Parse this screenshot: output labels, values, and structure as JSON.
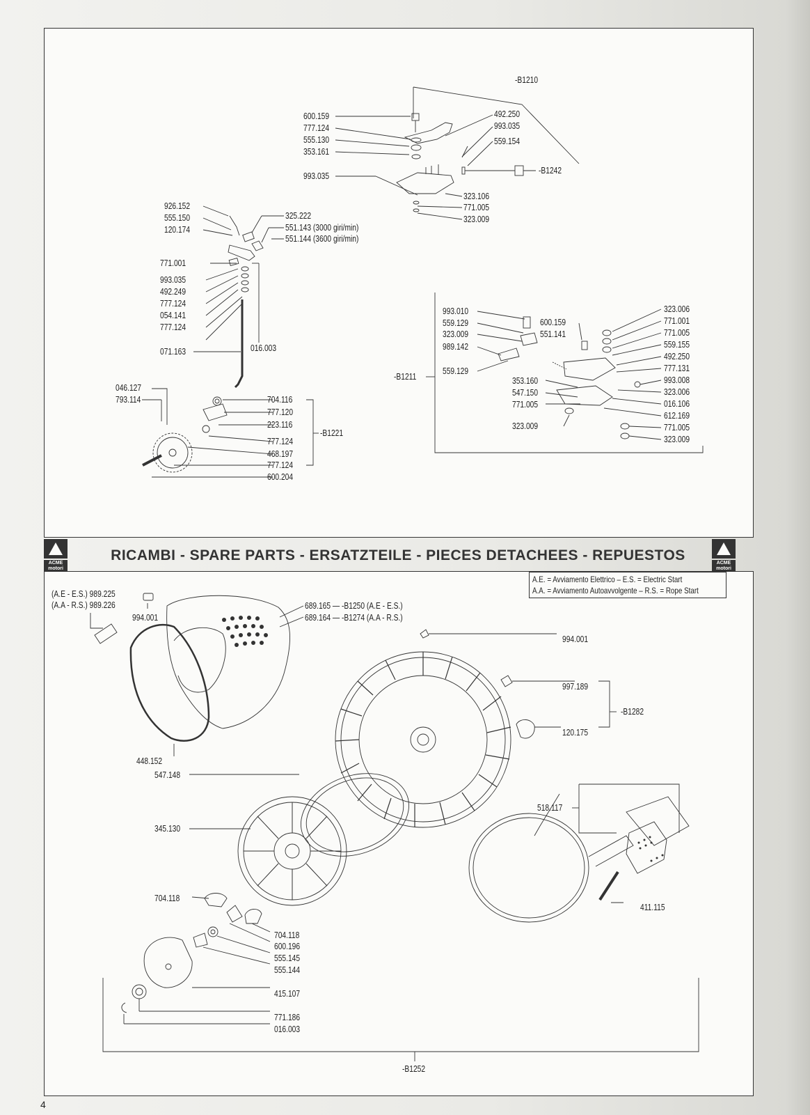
{
  "page_number": "4",
  "header": {
    "title": "RICAMBI - SPARE PARTS - ERSATZTEILE - PIECES DETACHEES - REPUESTOS",
    "logo_text": "ACME motori"
  },
  "legend": {
    "line1": "A.E. = Avviamento Elettrico – E.S. = Electric Start",
    "line2": "A.A. = Avviamento Autoavvolgente – R.S. = Rope Start"
  },
  "top_labels": {
    "b1210": "-B1210",
    "l600159": "600.159",
    "l777124a": "777.124",
    "l555130": "555.130",
    "l353161": "353.161",
    "l993035a": "993.035",
    "l492250a": "492.250",
    "l993035b": "993.035",
    "l559154": "559.154",
    "b1242": "-B1242",
    "l323106": "323.106",
    "l771005a": "771.005",
    "l323009a": "323.009",
    "l926152": "926.152",
    "l555150": "555.150",
    "l120174": "120.174",
    "l325222": "325.222",
    "l551143": "551.143 (3000 giri/min)",
    "l551144": "551.144 (3600 giri/min)",
    "l771001a": "771.001",
    "l993035c": "993.035",
    "l492249": "492.249",
    "l777124b": "777.124",
    "l054141": "054.141",
    "l777124c": "777.124",
    "l071163": "071.163",
    "l016003a": "016.003",
    "l046127": "046.127",
    "l793114": "793.114",
    "l704116": "704.116",
    "l777120": "777.120",
    "l223116": "223.116",
    "l777124d": "777.124",
    "b1221": "-B1221",
    "l468197": "468.197",
    "l777124e": "777.124",
    "l600204": "600.204",
    "l993010": "993.010",
    "l559129a": "559.129",
    "l323009b": "323.009",
    "l989142": "989.142",
    "l559129b": "559.129",
    "b1211": "-B1211",
    "l600159b": "600.159",
    "l551141": "551.141",
    "l353160": "353.160",
    "l547150": "547.150",
    "l771005b": "771.005",
    "l323009c": "323.009",
    "l323006a": "323.006",
    "l771001b": "771.001",
    "l771005c": "771.005",
    "l559155": "559.155",
    "l492250b": "492.250",
    "l777131": "777.131",
    "l993008": "993.008",
    "l323006b": "323.006",
    "l016106": "016.106",
    "l612169": "612.169",
    "l771005d": "771.005",
    "l323009d": "323.009"
  },
  "bottom_labels": {
    "ae_es": "(A.E - E.S.) 989.225",
    "aa_rs": "(A.A - R.S.) 989.226",
    "l994001a": "994.001",
    "l689165": "689.165 — -B1250 (A.E - E.S.)",
    "l689164": "689.164 — -B1274 (A.A - R.S.)",
    "l994001b": "994.001",
    "l997189": "997.189",
    "b1282": "-B1282",
    "l120175": "120.175",
    "l448152": "448.152",
    "l547148": "547.148",
    "l345130": "345.130",
    "l518117": "518.117",
    "l411115": "411.115",
    "l704118a": "704.118",
    "l704118b": "704.118",
    "l600196": "600.196",
    "l555145": "555.145",
    "l555144": "555.144",
    "l415107": "415.107",
    "l771186": "771.186",
    "l016003b": "016.003",
    "b1252": "-B1252"
  }
}
